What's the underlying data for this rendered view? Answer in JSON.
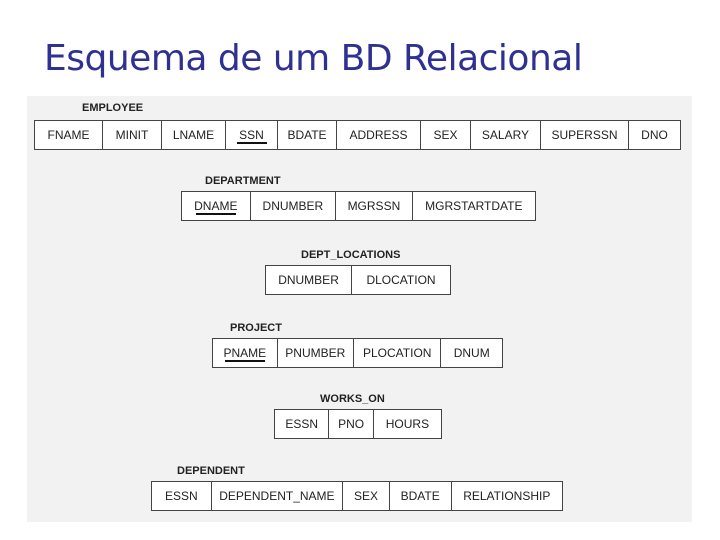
{
  "title": "Esquema de um BD Relacional",
  "relations": {
    "employee": {
      "name": "EMPLOYEE",
      "attributes": [
        "FNAME",
        "MINIT",
        "LNAME",
        "SSN",
        "BDATE",
        "ADDRESS",
        "SEX",
        "SALARY",
        "SUPERSSN",
        "DNO"
      ]
    },
    "department": {
      "name": "DEPARTMENT",
      "attributes": [
        "DNAME",
        "DNUMBER",
        "MGRSSN",
        "MGRSTARTDATE"
      ]
    },
    "dept_locations": {
      "name": "DEPT_LOCATIONS",
      "attributes": [
        "DNUMBER",
        "DLOCATION"
      ]
    },
    "project": {
      "name": "PROJECT",
      "attributes": [
        "PNAME",
        "PNUMBER",
        "PLOCATION",
        "DNUM"
      ]
    },
    "works_on": {
      "name": "WORKS_ON",
      "attributes": [
        "ESSN",
        "PNO",
        "HOURS"
      ]
    },
    "dependent": {
      "name": "DEPENDENT",
      "attributes": [
        "ESSN",
        "DEPENDENT_NAME",
        "SEX",
        "BDATE",
        "RELATIONSHIP"
      ]
    }
  }
}
